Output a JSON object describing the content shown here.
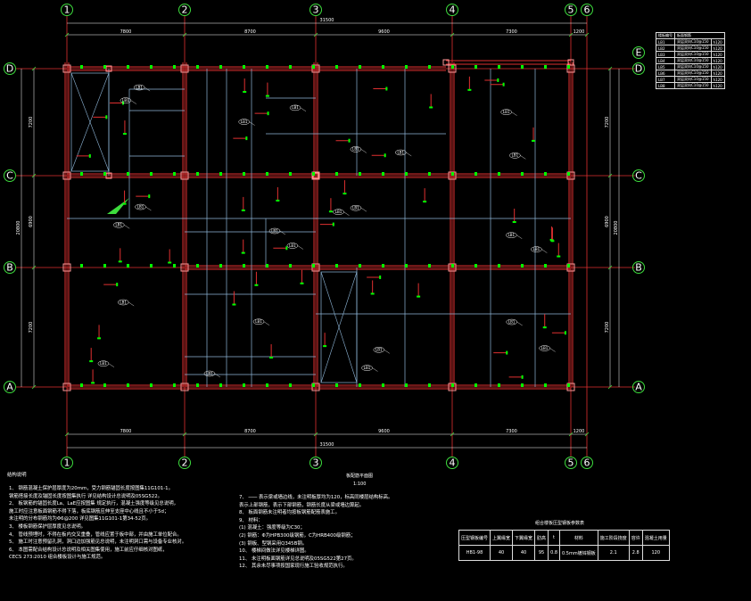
{
  "grid": {
    "columns": [
      "1",
      "2",
      "3",
      "4",
      "5",
      "6"
    ],
    "rows": [
      "D",
      "C",
      "B",
      "A"
    ],
    "extra_row": "E"
  },
  "dimensions": {
    "top_total": "31500",
    "top_segments": [
      "7800",
      "8700",
      "9600",
      "7300",
      "1200"
    ],
    "bottom_total": "31500",
    "bottom_segments": [
      "7800",
      "8700",
      "9600",
      "7300",
      "1200"
    ],
    "left_total": "20800",
    "left_segments": [
      "7200",
      "6900",
      "7200"
    ],
    "right_total": "20800",
    "right_segments": [
      "7200",
      "6900",
      "7200"
    ]
  },
  "plan_title": "板配筋平面图",
  "plan_scale": "1:100",
  "slab_label": "LB1",
  "top_table": {
    "headers": [
      "楼板编号",
      "板面钢筋"
    ],
    "rows": [
      [
        "LB1",
        "双层双向C10@150",
        "h120"
      ],
      [
        "LB2",
        "双层双向C10@150",
        "h120"
      ],
      [
        "LB3",
        "双层双向C10@150",
        "h120"
      ],
      [
        "LB4",
        "双层双向C10@150",
        "h120"
      ],
      [
        "LB5",
        "双层双向C10@150",
        "h120"
      ],
      [
        "LB6",
        "双层双向C10@150",
        "h120"
      ],
      [
        "LB7",
        "双层双向C10@150",
        "h120"
      ],
      [
        "LB8",
        "双层双向C10@150",
        "h120"
      ]
    ]
  },
  "notes_title": "结构说明",
  "notes_left": [
    "1、 钢筋混凝土保护层厚度为20mm，受力钢筋锚固长度按图集11G101-1。",
    "    钢筋搭接长度及锚固长度按图集执行 详见结构设计总说明及05SG522。",
    "2、 板钢筋的锚固长度La、LaE应按图集 规定执行，混凝土强度等级见总说明，",
    "    施工时应注意板面钢筋不得下落，板底钢筋应伸至支座中心线且不小于5d；",
    "    未注明的分布钢筋均为Φ6@200 详见图集11G101-1第34-52页。",
    "3、 楼板钢筋保护层厚度见总说明。",
    "4、 管线预埋时，不得在板内交叉重叠，管线应置于板中部，并由施工单位配合。",
    "5、 施工时注意预留孔洞，洞口边加强筋见总说明，未注明洞口需与设备专业核对。",
    "6、 本图需配合结构设计总说明及相关图集使用，施工前应仔细核对图纸，",
    "    CECS 273:2010 组合楼板设计与施工规范。"
  ],
  "notes_right": [
    "7、 ─── 表示梁或墙边线，未注明板厚均为120，标高同楼层结构标高。",
    "    表示上部钢筋，表示下部钢筋，钢筋长度从梁或墙边算起。",
    "8、 板面钢筋未注明者均按板钢筋配筋表施工。",
    "9、 材料：",
    "(1) 混凝土：强度等级为C30；",
    "(2) 钢筋：Φ为HPB300级钢筋，C为HRB400级钢筋；",
    "(3) 钢板、型钢采用Q345B钢。",
    "10、 楼梯间做法详见楼梯详图。",
    "11、 未注明板面钢筋详见总说明及05SG522第27页。",
    "12、 其余未尽事项按国家现行施工验收规范执行。"
  ],
  "bottom_table": {
    "caption": "组合楼板压型钢板参数表",
    "headers": [
      "压型钢板编号",
      "上翼缘宽",
      "下翼缘宽",
      "肋高",
      "t",
      "材料",
      "施工阶段挠度",
      "容许",
      "混凝土用量"
    ],
    "row": [
      "HB1-98",
      "40",
      "40",
      "95",
      "0.8",
      "0.5mm镀锌钢板",
      "2.1",
      "2.8",
      "120"
    ]
  },
  "colors": {
    "grid_line": "#e03030",
    "beam": "#e03030",
    "wall": "#8fb7d9",
    "bubble": "#3ddc3d",
    "rebar_mark": "#00ff00",
    "column": "#ff9999",
    "text": "#ffffff"
  }
}
